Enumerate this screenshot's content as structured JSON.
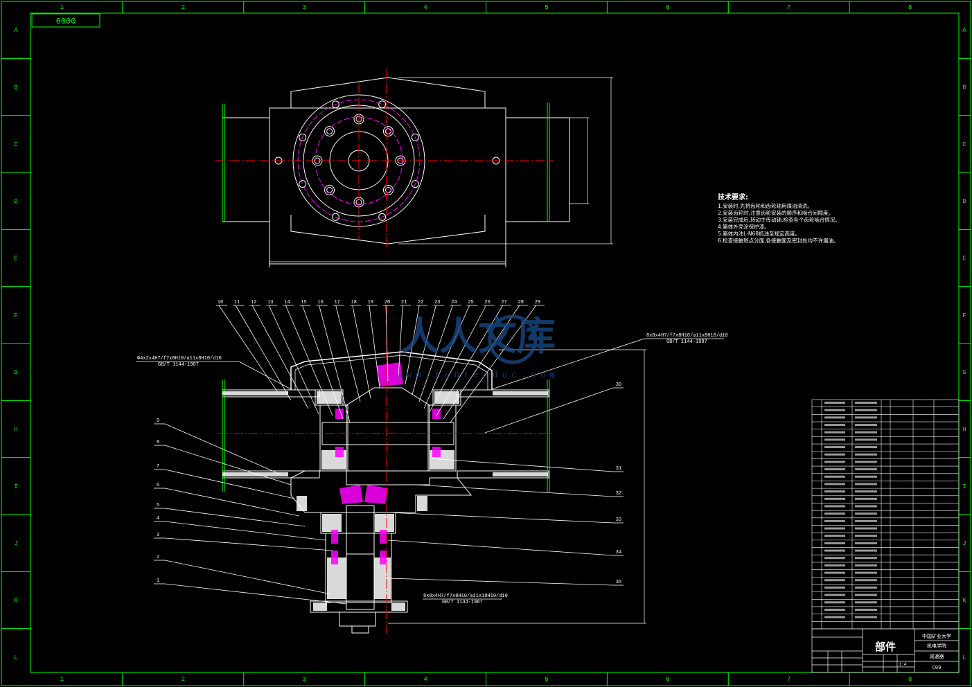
{
  "drawing_number_box": "6000",
  "grid": {
    "columns": [
      "1",
      "2",
      "3",
      "4",
      "5",
      "6",
      "7",
      "8"
    ],
    "rows": [
      "A",
      "B",
      "C",
      "D",
      "E",
      "F",
      "G",
      "H",
      "I",
      "J",
      "K",
      "L"
    ]
  },
  "tech_requirements": {
    "title": "技术要求:",
    "lines": [
      "1.安装时,先将齿轮和齿轮轴用煤油清洗。",
      "2.安装齿轮时,注意齿轮安装的顺序和啮合间隙度。",
      "3.安装完成后,转动主传动轴,检查各个齿轮啮合情况。",
      "4.箱体外壳涂保护漆。",
      "5.箱体内注L-N68机油至规定高度。",
      "6.检查接触斑点分面,各接触面及密封处均不许漏油。"
    ]
  },
  "leader_labels_top": [
    "10",
    "11",
    "12",
    "13",
    "14",
    "15",
    "16",
    "17",
    "18",
    "19",
    "20",
    "21",
    "22",
    "23",
    "24",
    "25",
    "26",
    "27",
    "28",
    "29"
  ],
  "leader_labels_left": [
    "9",
    "8",
    "7",
    "6",
    "5",
    "4",
    "3",
    "2",
    "1"
  ],
  "leader_labels_right": [
    "30",
    "31",
    "32",
    "33",
    "34",
    "35"
  ],
  "fit_notes": {
    "left": [
      "Φ4x2x4H7/f7x8H10/a11x8H10/d10",
      "GB/T 1144-1987"
    ],
    "right": [
      "8x8x4H7/f7x8H10/a11x8H10/d10",
      "GB/T 1144-1987"
    ],
    "bottom": [
      "8x8x4H7/f7x8H10/a11x18H10/d10",
      "GB/T 1144-1987"
    ]
  },
  "title_block": {
    "component_label": "部件",
    "institution": "中国矿业大学",
    "institution_sub": "机电学院",
    "part_name": "减速器",
    "drawing_code": "C09",
    "scale_hint": "1:4"
  },
  "watermark": {
    "text": "人人文库",
    "url": "www.renrendoc.com"
  },
  "colors": {
    "border": "#00ff00",
    "drawing": "#ffffff",
    "centerline": "#ff0000",
    "pitch_circle": "#ff00ff",
    "watermark": "#1a4d8c"
  }
}
